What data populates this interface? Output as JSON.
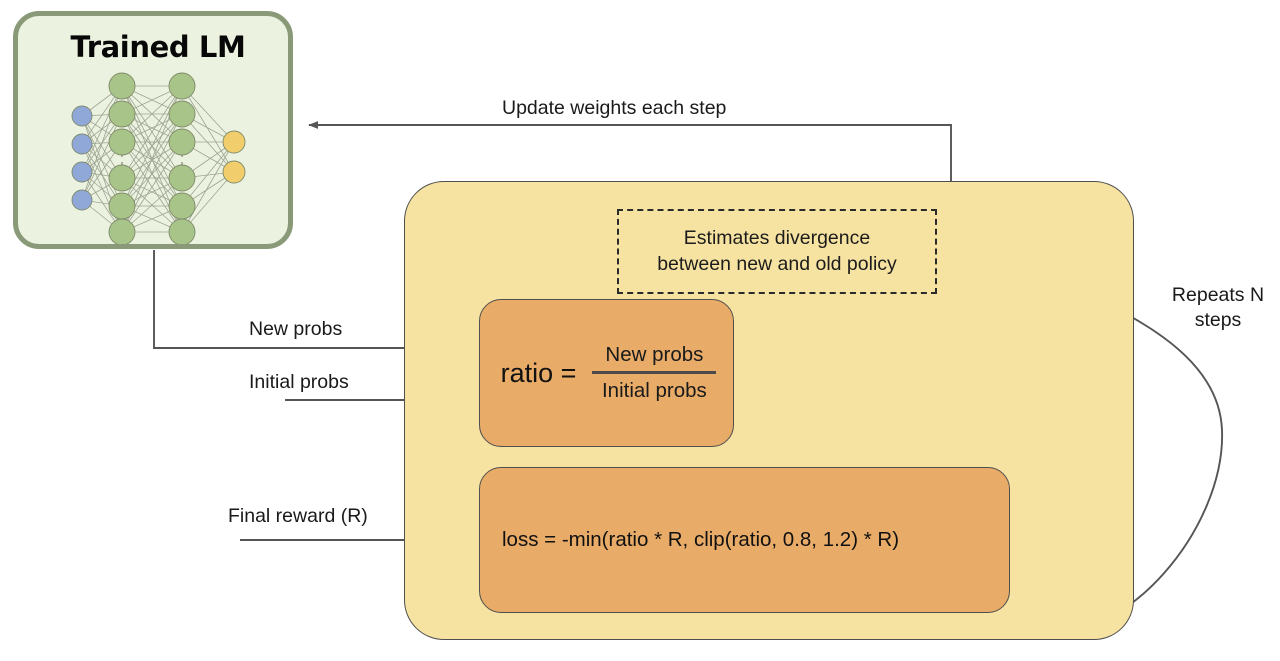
{
  "diagram": {
    "title_card": {
      "label": "Trained LM",
      "network": {
        "input_nodes": 4,
        "hidden_layers": 2,
        "hidden_nodes_per_layer": 6,
        "output_nodes": 2,
        "input_color": "#90a8d8",
        "hidden_color": "#a8c488",
        "output_color": "#f2cd6b",
        "edge_color": "#9aa08e"
      },
      "fill": "#ecf2e0",
      "border": "#8a9a78"
    },
    "outer_block": {
      "fill": "#f7e3a1",
      "border": "#4f4f4f"
    },
    "dashed_note": {
      "line1": "Estimates divergence",
      "line2": "between new and old policy",
      "border": "#2a2a2a"
    },
    "ratio_box": {
      "lhs": "ratio =",
      "numerator": "New probs",
      "denominator": "Initial probs",
      "fill": "#e8ab68",
      "border": "#4f4f4f"
    },
    "loss_box": {
      "formula": "loss = -min(ratio * R, clip(ratio, 0.8, 1.2) * R)",
      "fill": "#e8ab68",
      "border": "#4f4f4f"
    },
    "edge_labels": {
      "update_weights": "Update weights each step",
      "new_probs": "New probs",
      "initial_probs": "Initial probs",
      "final_reward": "Final reward (R)",
      "repeats": "Repeats N\nsteps"
    },
    "connector_color": "#555555"
  }
}
